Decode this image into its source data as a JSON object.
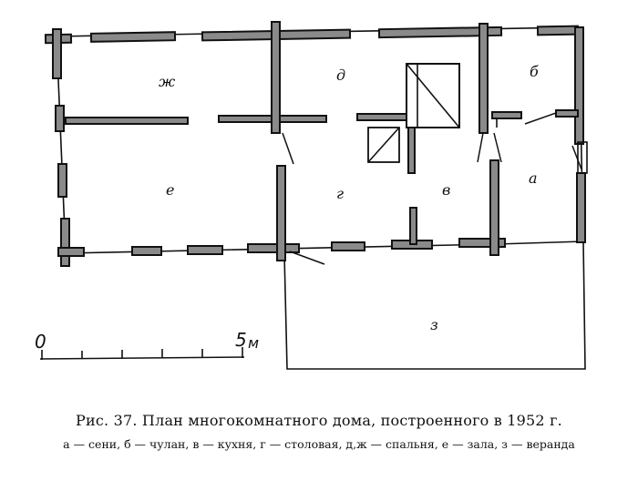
{
  "rooms": {
    "a": "а",
    "b": "б",
    "v": "в",
    "g": "г",
    "d": "д",
    "e": "е",
    "zh": "ж",
    "z": "з"
  },
  "scale": {
    "start": "0",
    "end": "5",
    "unit": "м"
  },
  "caption": {
    "title": "Рис. 37. План многокомнатного дома, построенного в 1952 г.",
    "legend": "а — сени, б — чулан, в — кухня, г — столовая, д,ж — спальня, е — зала, з — веранда"
  }
}
